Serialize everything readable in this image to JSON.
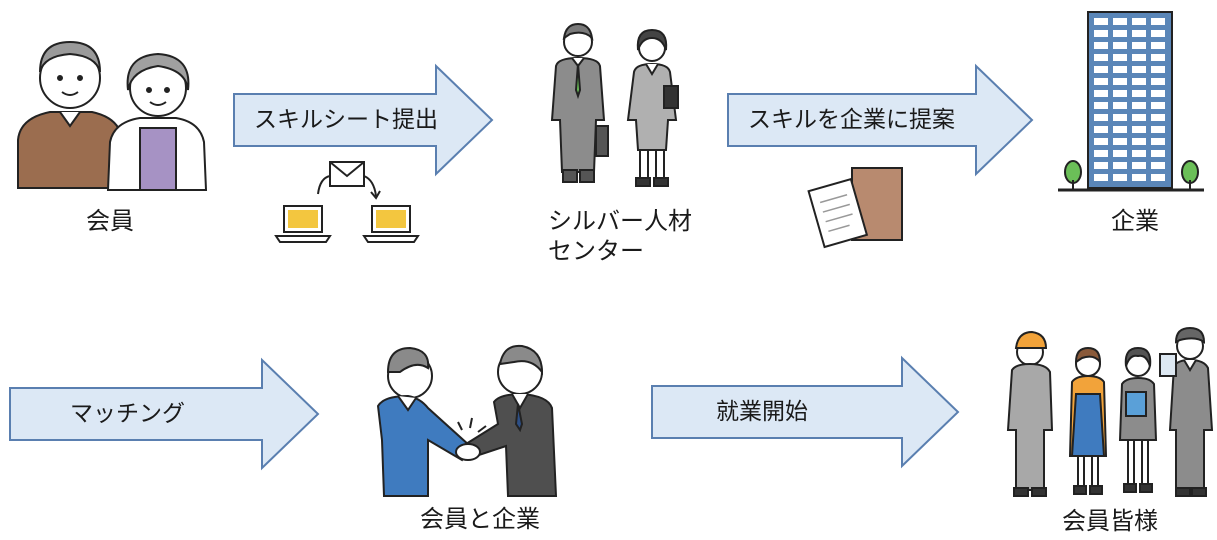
{
  "nodes": {
    "member": "会員",
    "center": "シルバー人材\nセンター",
    "company": "企業",
    "member_company": "会員と企業",
    "all_members": "会員皆様"
  },
  "arrows": {
    "skill_sheet": "スキルシート提出",
    "propose": "スキルを企業に提案",
    "matching": "マッチング",
    "start_work": "就業開始"
  },
  "colors": {
    "arrow_fill": "#dce8f5",
    "arrow_stroke": "#5a7fb0",
    "laptop_screen": "#f3c63f",
    "envelope": "#cfa07f",
    "brown_shirt": "#9b6d4f",
    "purple_shirt": "#a692c4",
    "suit_gray": "#8c8c8c",
    "tie_green": "#6bbf58",
    "building_blue": "#5a86b8",
    "tree_green": "#6bbf58",
    "blue_suit": "#3f7bbf",
    "dark_suit": "#4f4f4f"
  }
}
